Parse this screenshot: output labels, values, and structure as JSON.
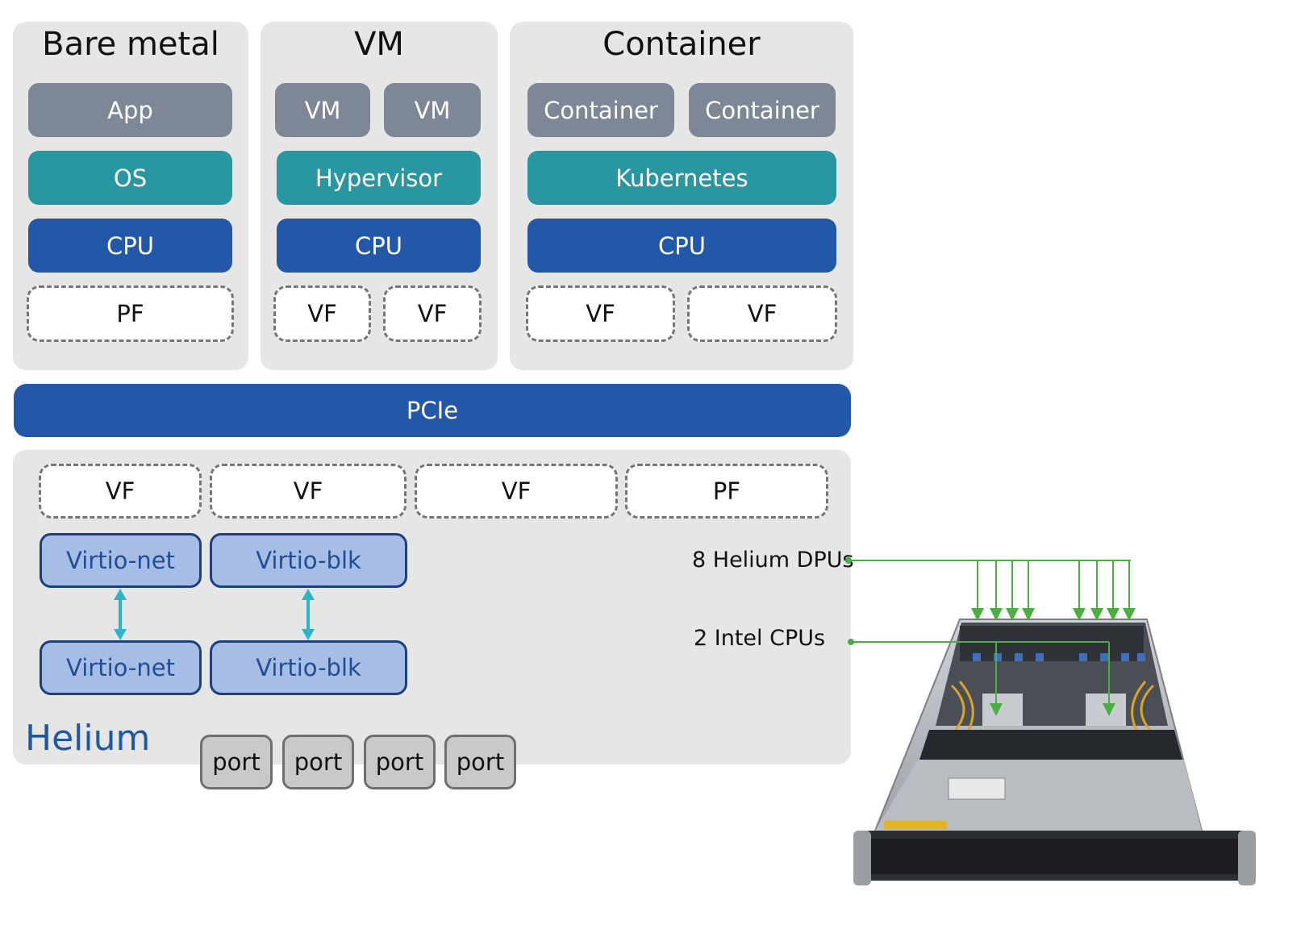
{
  "bare_metal": {
    "title": "Bare metal",
    "app": "App",
    "os": "OS",
    "cpu": "CPU",
    "pf": "PF"
  },
  "vm": {
    "title": "VM",
    "vm_items": [
      "VM",
      "VM"
    ],
    "hypervisor": "Hypervisor",
    "cpu": "CPU",
    "vf_items": [
      "VF",
      "VF"
    ]
  },
  "container": {
    "title": "Container",
    "container_items": [
      "Container",
      "Container"
    ],
    "kubernetes": "Kubernetes",
    "cpu": "CPU",
    "vf_items": [
      "VF",
      "VF"
    ]
  },
  "pcie": "PCIe",
  "helium": {
    "label": "Helium",
    "functions": [
      "VF",
      "VF",
      "VF",
      "PF"
    ],
    "virtio_top": [
      "Virtio-net",
      "Virtio-blk"
    ],
    "virtio_bottom": [
      "Virtio-net",
      "Virtio-blk"
    ],
    "ports": [
      "port",
      "port",
      "port",
      "port"
    ]
  },
  "callouts": {
    "dpus": "8 Helium DPUs",
    "cpus": "2 Intel CPUs"
  },
  "colors": {
    "panel": "#e6e6e6",
    "grey_layer": "#7e8795",
    "teal_layer": "#2897a2",
    "blue_layer": "#2357a8",
    "virtio_fill": "#a6bde5",
    "arrow_cyan": "#2bb5c8",
    "callout_green": "#4cae42"
  }
}
